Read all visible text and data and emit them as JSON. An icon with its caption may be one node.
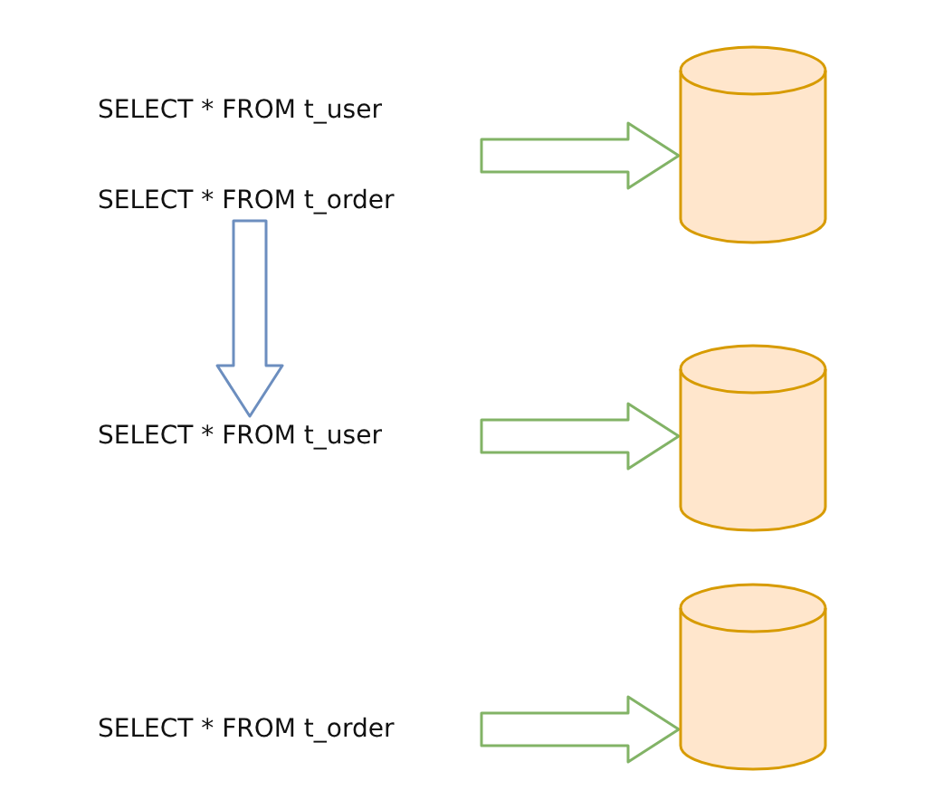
{
  "diagram": {
    "nodes": [
      {
        "text": [
          "SELECT * FROM t_user"
        ]
      },
      {
        "text": [
          "SELECT * FROM t_order"
        ]
      },
      {
        "text": [],
        "shape": "cylinder"
      },
      {
        "text": [
          "SELECT * FROM t_user"
        ]
      },
      {
        "text": [],
        "shape": "cylinder"
      },
      {
        "text": [
          "SELECT * FROM t_order"
        ]
      },
      {
        "text": [],
        "shape": "cylinder"
      }
    ],
    "edges": [
      {
        "from": 0,
        "to": 2,
        "arrow": "to"
      },
      {
        "from": 1,
        "to": 2,
        "arrow": "to"
      },
      {
        "from": 1,
        "to": 3,
        "arrow": "to",
        "color": "#6c8ebf"
      },
      {
        "from": 3,
        "to": 4,
        "arrow": "to"
      },
      {
        "from": 5,
        "to": 6,
        "arrow": "to"
      }
    ]
  }
}
